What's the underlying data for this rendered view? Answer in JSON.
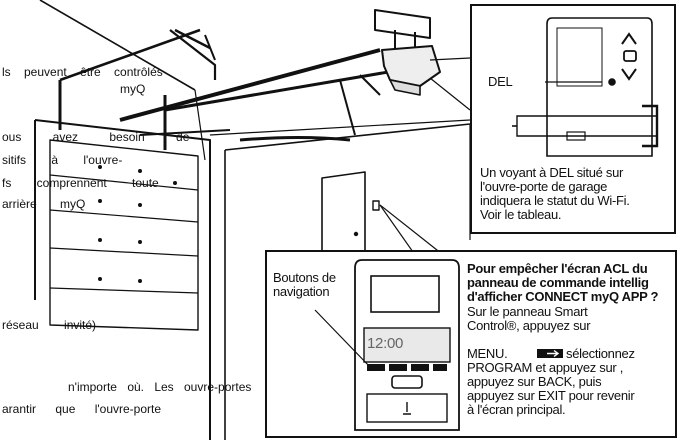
{
  "body_text": [
    "ls peuvent être contrôlés",
    "myQ",
    "ous avez besoin de",
    "sitifs à l'ouvre-",
    "fs comprennent toute",
    "arrière myQ",
    "réseau invité)",
    "n'importe où. Les ouvre-portes",
    "arantir que l'ouvre-porte"
  ],
  "led_callout": {
    "label": "DEL",
    "caption": [
      "Un voyant à DEL situé sur",
      "l'ouvre-porte de garage",
      "indiquera le statut du Wi-Fi.",
      "Voir le tableau."
    ]
  },
  "control_callout": {
    "nav_label": [
      "Boutons de",
      "navigation"
    ],
    "screen_time": "12:00",
    "heading": [
      "Pour empêcher l'écran ACL du",
      "panneau de commande intellig",
      "d'afficher CONNECT myQ APP ?"
    ],
    "instructions": [
      "Sur le panneau Smart",
      "Control®, appuyez sur",
      "MENU.",
      "sélectionnez",
      "PROGRAM et appuyez sur ,",
      "appuyez sur BACK, puis",
      "appuyez sur EXIT pour revenir",
      "à l'écran principal."
    ]
  }
}
